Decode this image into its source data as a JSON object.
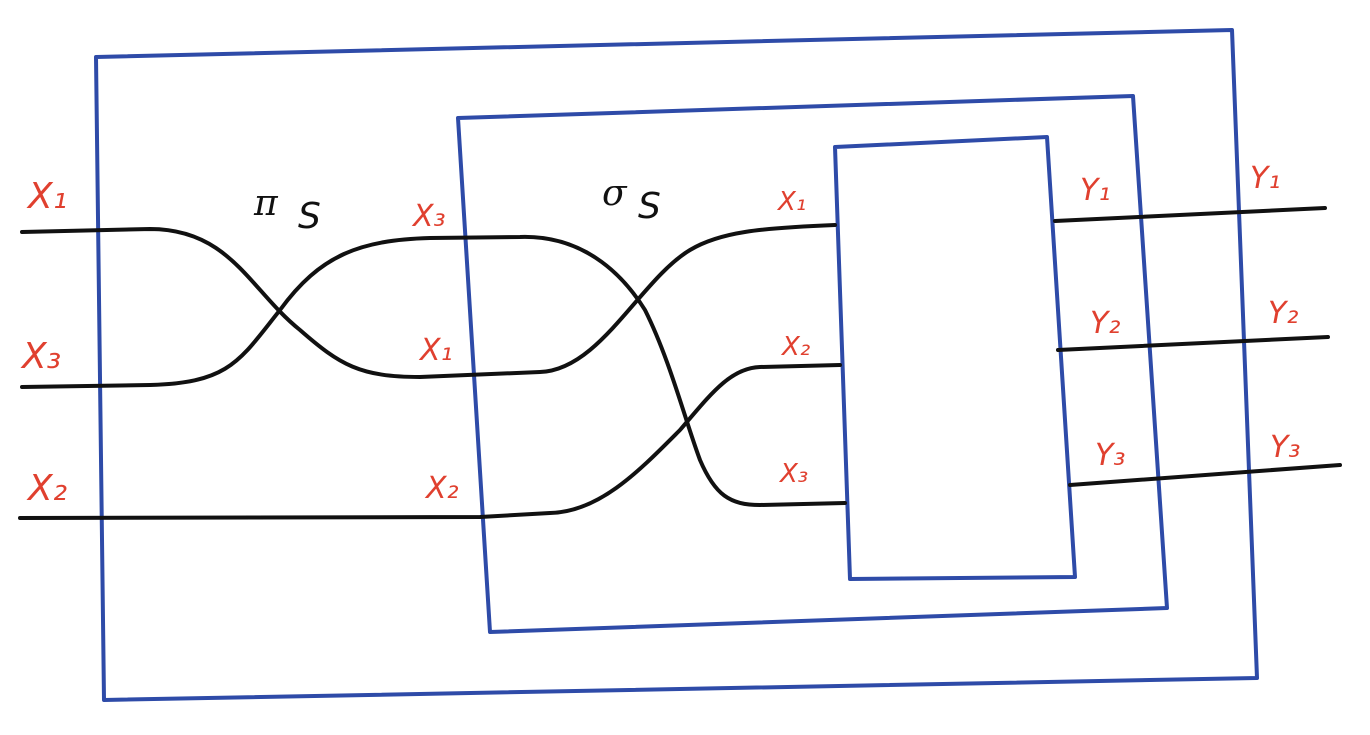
{
  "colors": {
    "box": "#2e4ba8",
    "wire": "#111111",
    "label": "#e0402f"
  },
  "operators": {
    "outer": "π",
    "outer_sub": "S",
    "inner": "σ",
    "inner_sub": "S"
  },
  "labels": {
    "left_input_1": "X₁",
    "left_input_2": "X₃",
    "left_input_3": "X₂",
    "mid_input_1": "X₃",
    "mid_input_2": "X₁",
    "mid_input_3": "X₂",
    "core_input_1": "X₁",
    "core_input_2": "X₂",
    "core_input_3": "X₃",
    "core_output_1": "Y₁",
    "core_output_2": "Y₂",
    "core_output_3": "Y₃",
    "out_output_1": "Y₁",
    "out_output_2": "Y₂",
    "out_output_3": "Y₃"
  }
}
